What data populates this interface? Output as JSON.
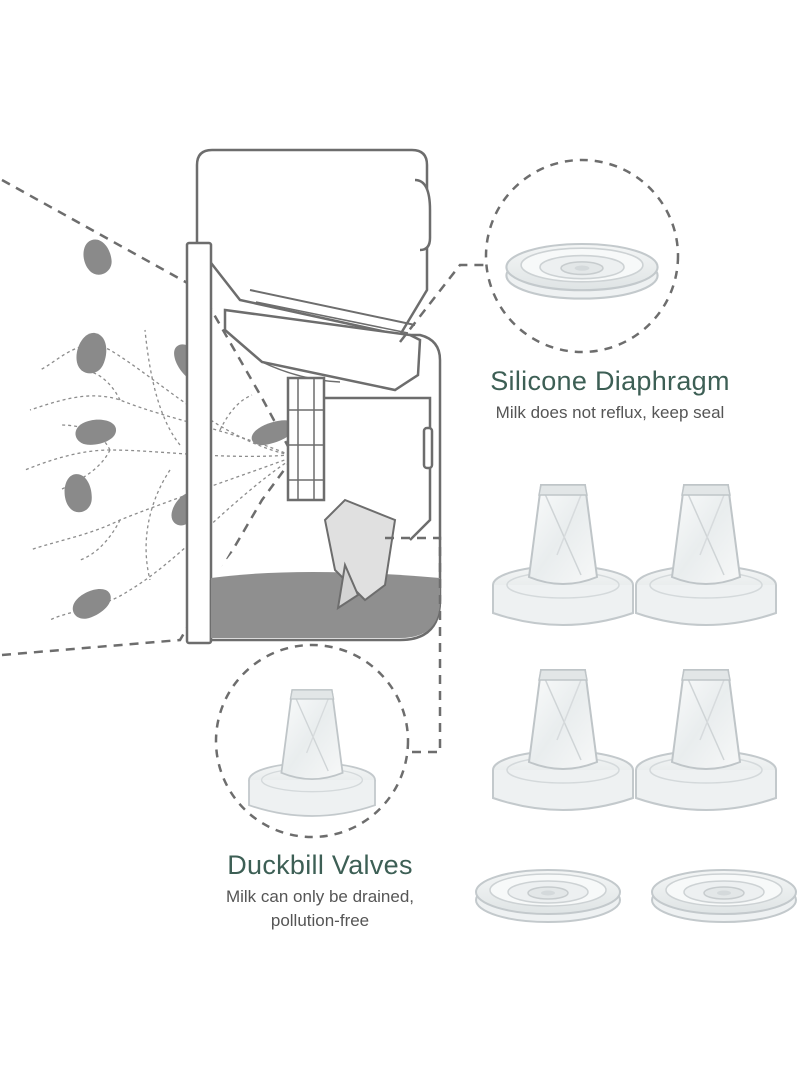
{
  "colors": {
    "title": "#3d5f55",
    "desc": "#555555",
    "line": "#6d6d6d",
    "drop": "#8a8a8a",
    "milk": "#8f8f8f",
    "part": "#c9cfd2"
  },
  "icons": [
    "breast-pump-diagram",
    "silicone-diaphragm-part",
    "duckbill-valve-part",
    "milk-drop"
  ],
  "diaphragm": {
    "title": "Silicone Diaphragm",
    "desc": "Milk does not reflux, keep seal"
  },
  "valves": {
    "title": "Duckbill Valves",
    "desc_line1": "Milk can only be drained,",
    "desc_line2": "pollution-free"
  }
}
